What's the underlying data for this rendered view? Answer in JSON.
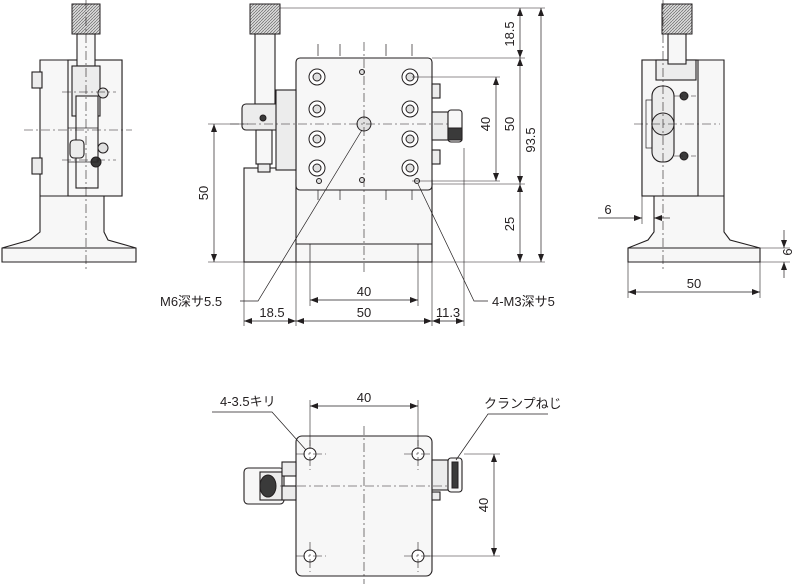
{
  "dimensions": {
    "front_top_offset": "18.5",
    "front_stroke_height": "50",
    "front_hole_pitch_v": "40",
    "front_total_height": "93.5",
    "front_base_height": "25",
    "front_left_height": "50",
    "front_hole_pitch_h": "40",
    "front_left_offset": "18.5",
    "front_width": "50",
    "front_right_offset": "11.3",
    "side_flange_thickness": "6",
    "side_base_thickness": "6",
    "side_width": "50",
    "bottom_hole_pitch_h": "40",
    "bottom_hole_pitch_v": "40"
  },
  "callouts": {
    "center_tap": "M6深サ5.5",
    "corner_taps": "4-M3深サ5",
    "mount_holes": "4-3.5キリ",
    "clamp_screw": "クランプねじ"
  }
}
